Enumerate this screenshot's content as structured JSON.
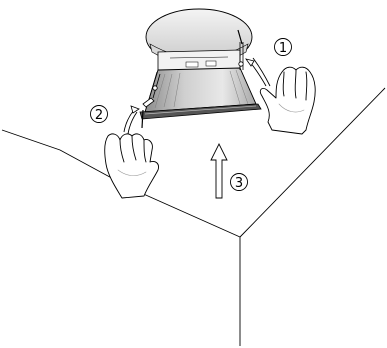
{
  "steps": [
    {
      "number": "1"
    },
    {
      "number": "2"
    },
    {
      "number": "3"
    }
  ],
  "colors": {
    "line": "#000000",
    "background": "#ffffff",
    "shade": "#9a9a9a",
    "light_shade": "#d4d4d4"
  },
  "icons": [
    "ceiling-corner",
    "recessed-speaker",
    "left-hand-icon",
    "right-hand-icon",
    "insert-arrow-icon",
    "clamp-arrow-icon"
  ]
}
